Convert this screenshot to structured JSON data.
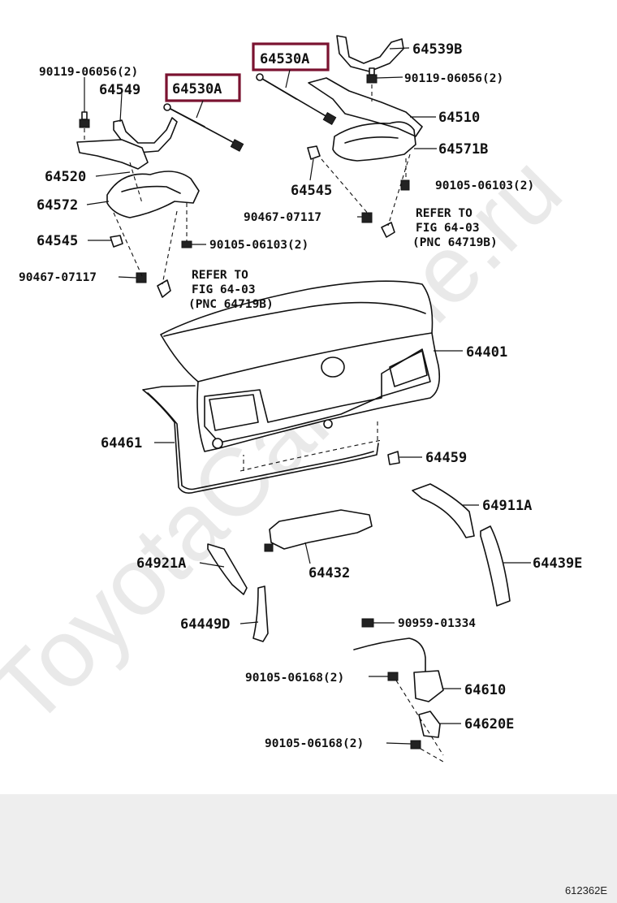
{
  "watermark": "ToyotaCarMine.ru",
  "drawing_id": "612362E",
  "highlight_color": "#7a1230",
  "labels": {
    "p64530a_left": "64530A",
    "p64530a_right": "64530A",
    "p64539b": "64539B",
    "p90119_left": "90119-06056(2)",
    "p90119_right": "90119-06056(2)",
    "p64549": "64549",
    "p64510": "64510",
    "p64571b": "64571B",
    "p64520": "64520",
    "p64545_right": "64545",
    "p90105_06103_right": "90105-06103(2)",
    "p64572": "64572",
    "p90467_right": "90467-07117",
    "p64545_left": "64545",
    "p90105_06103_left": "90105-06103(2)",
    "p90467_left": "90467-07117",
    "p64401": "64401",
    "p64461": "64461",
    "p64459": "64459",
    "p64911a": "64911A",
    "p64432": "64432",
    "p64921a": "64921A",
    "p64439e": "64439E",
    "p64449d": "64449D",
    "p90959": "90959-01334",
    "p90105_06168_a": "90105-06168(2)",
    "p64610": "64610",
    "p64620e": "64620E",
    "p90105_06168_b": "90105-06168(2)"
  },
  "refs": {
    "right": [
      "REFER TO",
      "FIG 64-03",
      "(PNC 64719B)"
    ],
    "left": [
      "REFER TO",
      "FIG 64-03",
      "(PNC 64719B)"
    ]
  }
}
